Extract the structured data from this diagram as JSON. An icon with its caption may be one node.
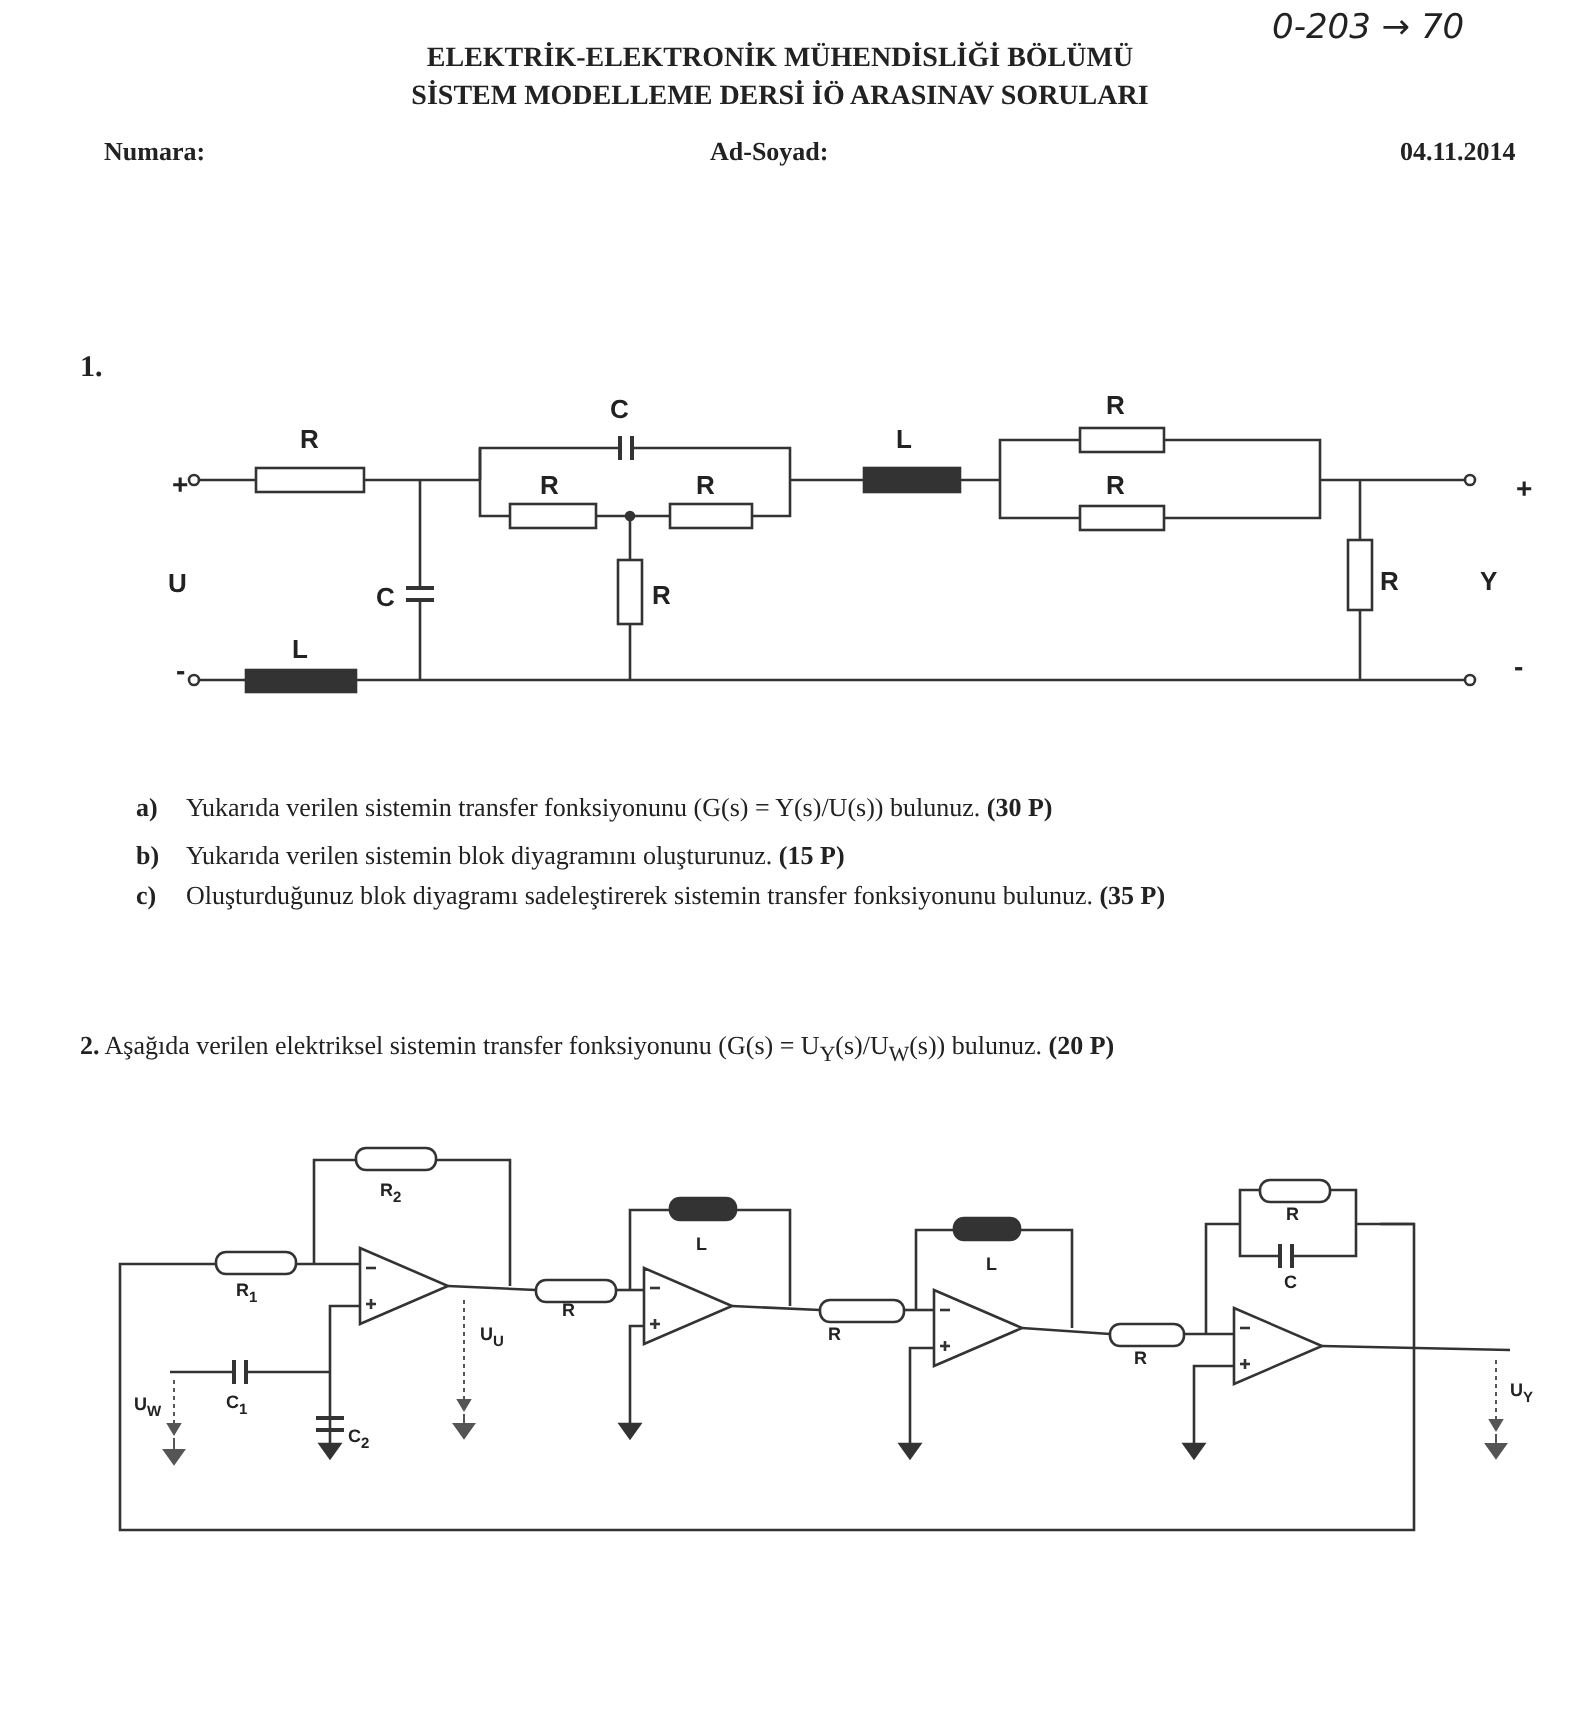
{
  "diagram": {
    "title": "ELEKTRİK-ELEKTRONİK MÜHENDİSLİĞİ BÖLÜMÜ SİSTEM MODELLEME DERSİ İÖ ARASINAV SORULARI",
    "labels": [
      "0-203 → 70",
      "Numara:",
      "Ad-Soyad:",
      "04.11.2014",
      "1.",
      "R",
      "C",
      "L",
      "R",
      "+",
      "R",
      "R",
      "R",
      "+",
      "U",
      "C",
      "R",
      "R",
      "Y",
      "-",
      "L",
      "-",
      "a)",
      "Yukarıda verilen sistemin transfer fonksiyonunu (G(s) = Y(s)/U(s)) bulunuz. **(30 P)**",
      "b)",
      "Yukarıda verilen sistemin blok diyagramını oluşturunuz. **(15 P)**",
      "c)",
      "Oluşturduğunuz blok diyagramı sadeleştirerek sistemin transfer fonksiyonunu bulunuz. **(35 P)**",
      "**2.** Aşağıda verilen elektriksel sistemin transfer fonksiyonunu (G(s) = U$_{Y}$(s)/U$_{W}$(s)) bulunuz. **(20 P)**",
      "R$_{2}$",
      "L",
      "R",
      "L",
      "R$_{1}$",
      "R",
      "R",
      "R",
      "C",
      "U$_{U}$",
      "U$_{W}$",
      "C$_{1}$",
      "C$_{2}$",
      "U$_{Y}$"
    ]
  }
}
